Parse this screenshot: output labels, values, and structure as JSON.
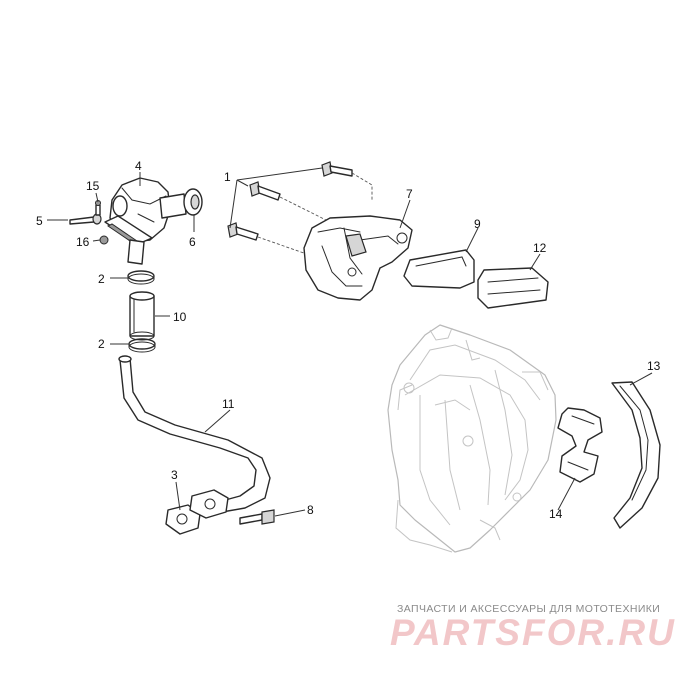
{
  "callouts": {
    "c1": "1",
    "c2a": "2",
    "c2b": "2",
    "c3": "3",
    "c4": "4",
    "c5": "5",
    "c6": "6",
    "c7": "7",
    "c8": "8",
    "c9": "9",
    "c10": "10",
    "c11": "11",
    "c12": "12",
    "c13": "13",
    "c14": "14",
    "c15": "15",
    "c16": "16"
  },
  "watermark": {
    "caption": "ЗАПЧАСТИ И АКСЕССУАРЫ ДЛЯ МОТОТЕХНИКИ",
    "logo": "PARTSFOR.RU"
  },
  "colors": {
    "line": "#2a2a2a",
    "ghost_line": "#b9b9b9",
    "watermark_caption": "#8a8a8a",
    "watermark_logo": "#f2c7c9"
  }
}
